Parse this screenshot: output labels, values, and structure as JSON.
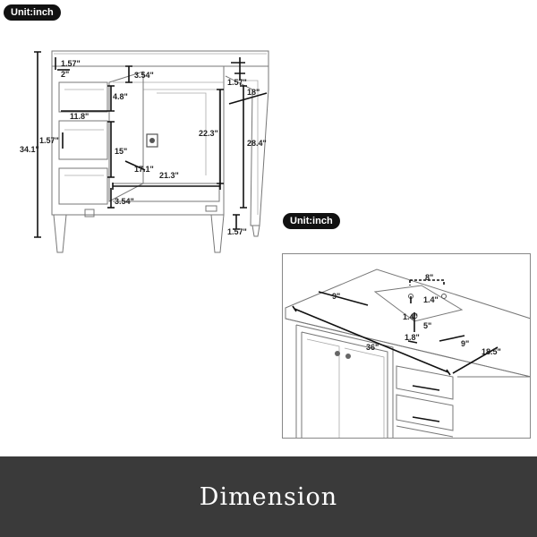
{
  "front_view": {
    "unit_label": "Unit:inch",
    "dims": {
      "top_thickness": "1.57\"",
      "drawer_gap": "2\"",
      "opening_top": "3.54\"",
      "top_right": "1.57\"",
      "depth": "18\"",
      "drawer_height": "4.8\"",
      "drawer_width": "11.8\"",
      "door_height": "22.3\"",
      "left_gap": "1.57\"",
      "overall_height": "34.1\"",
      "cabinet_height": "28.4\"",
      "drawer_lower": "15\"",
      "inner_depth": "17.1\"",
      "inner_width": "21.3\"",
      "toe_kick": "3.54\"",
      "leg_height": "1.57\""
    }
  },
  "top_view": {
    "unit_label": "Unit:inch",
    "dims": {
      "faucet_spread": "8\"",
      "faucet_offset": "1.4\"",
      "hole_offset": "1.4\"",
      "sink_edge_left": "9\"",
      "bowl_depth": "5\"",
      "drain_offset": "1.8\"",
      "width": "36\"",
      "sink_edge_right": "9\"",
      "depth": "18.5\""
    }
  },
  "caption": "Dimension"
}
